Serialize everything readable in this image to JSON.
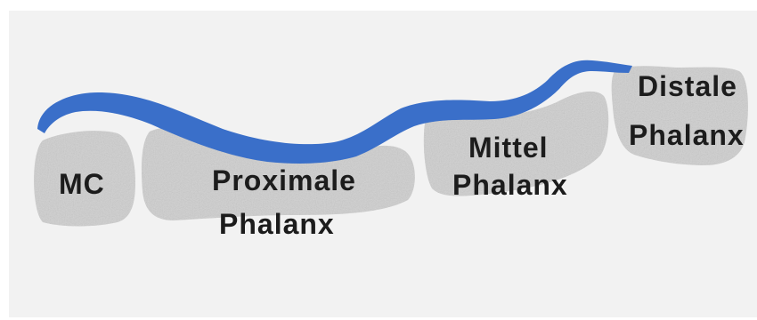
{
  "labels": {
    "mc": "MC",
    "proximale": "Proximale",
    "proximale_phalanx": "Phalanx",
    "mittel": "Mittel",
    "mittel_phalanx": "Phalanx",
    "distale": "Distale",
    "distale_phalanx": "Phalanx"
  },
  "colors": {
    "background": "#f2f2f2",
    "bone": "#cfcfcf",
    "tendon": "#3a6fc9",
    "text": "#1c1c1c"
  }
}
